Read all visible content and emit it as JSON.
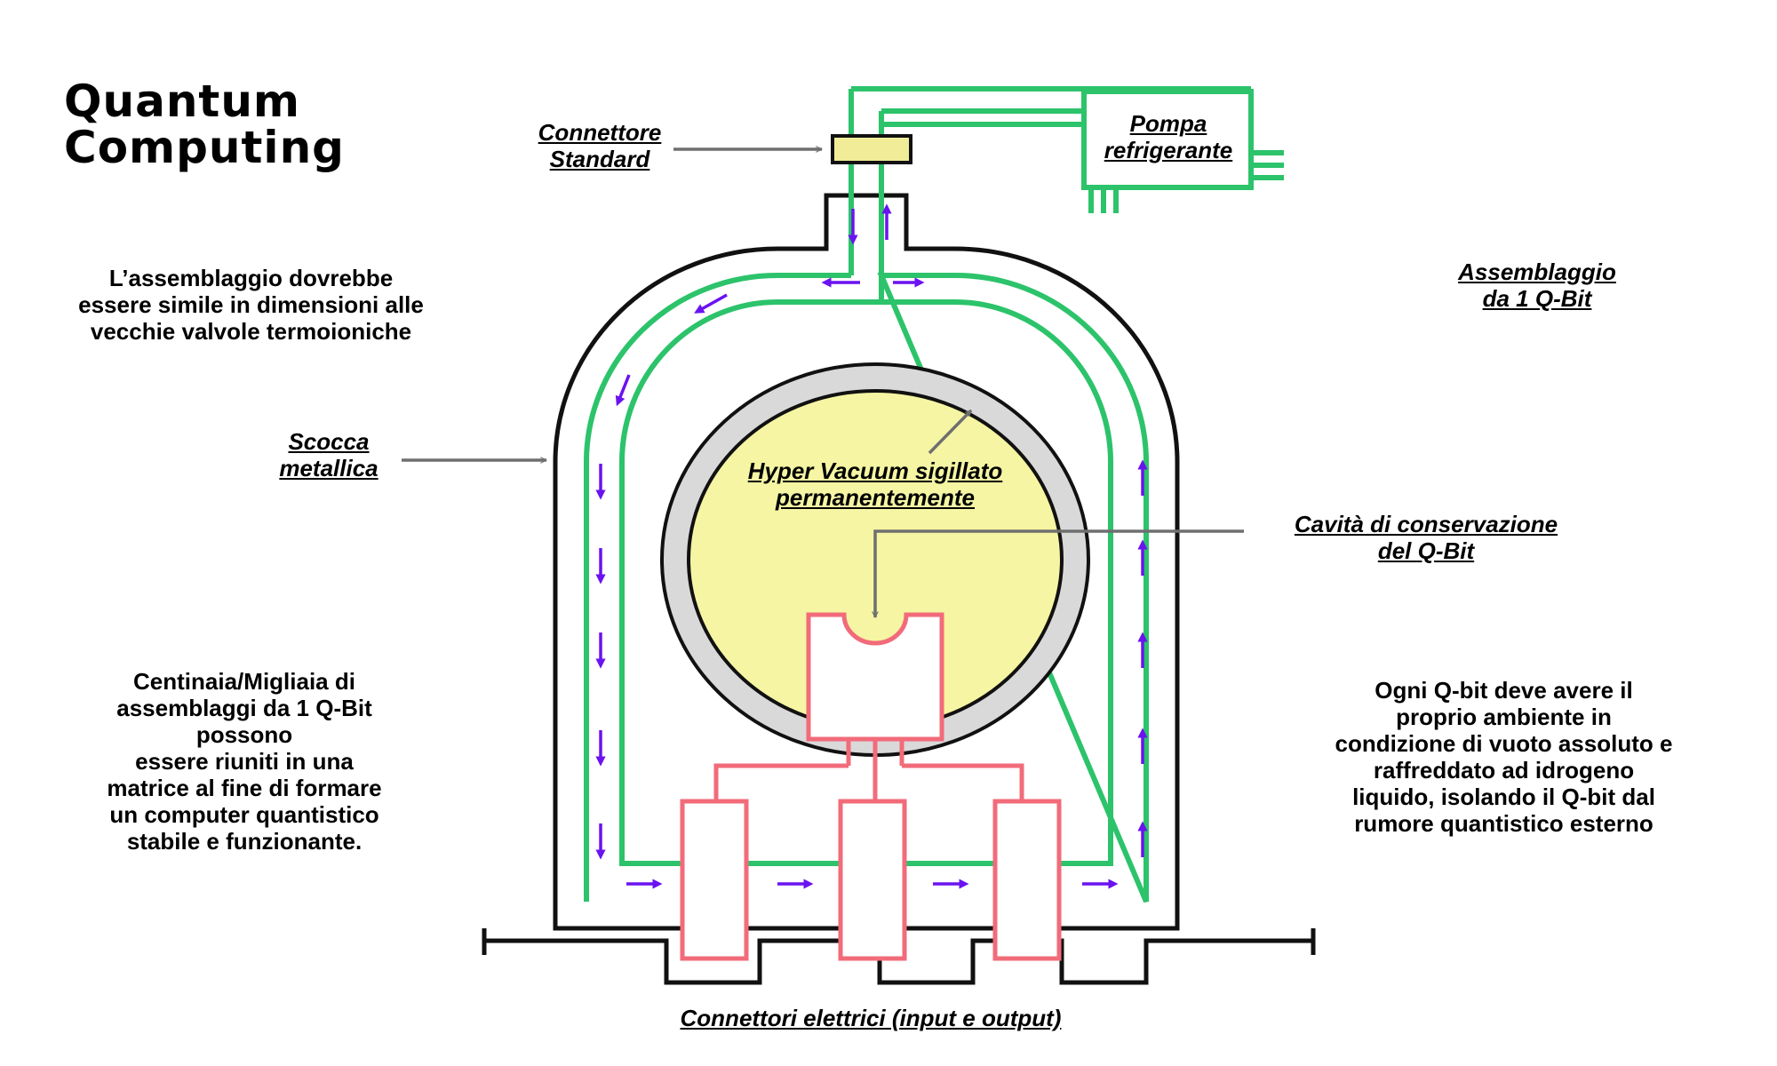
{
  "title_line1": "Quantum",
  "title_line2": "Computing",
  "notes": {
    "size": "L’assemblaggio dovrebbe\nessere simile in dimensioni alle\nvecchie valvole termoioniche",
    "matrix": "Centinaia/Migliaia di\nassemblaggi da 1 Q-Bit\npossono\nessere riuniti in una\nmatrice al fine di formare\nun computer quantistico\nstabile e funzionante.",
    "environment": "Ogni Q-bit deve avere il\nproprio ambiente in\ncondizione di vuoto assoluto e\nraffreddato ad idrogeno\nliquido, isolando il Q-bit dal\nrumore quantistico esterno"
  },
  "labels": {
    "connector": "Connettore\nStandard",
    "pump": "Pompa\nrefrigerante",
    "assembly": "Assemblaggio\nda 1 Q-Bit",
    "shell": "Scocca\nmetallica",
    "vacuum": "Hyper Vacuum sigillato\npermanentemente",
    "cavity": "Cavità di conservazione\ndel Q-Bit",
    "electric": "Connettori elettrici (input e output)"
  },
  "colors": {
    "coolant": "#2cc36b",
    "flow_arrow": "#6a12f0",
    "qbit_circuit": "#f26b7a",
    "vacuum_fill": "#f5f5a3",
    "vacuum_ring": "#d9d9d9",
    "connector_fill": "#f0ec98",
    "pointer": "#6f6f6f"
  }
}
